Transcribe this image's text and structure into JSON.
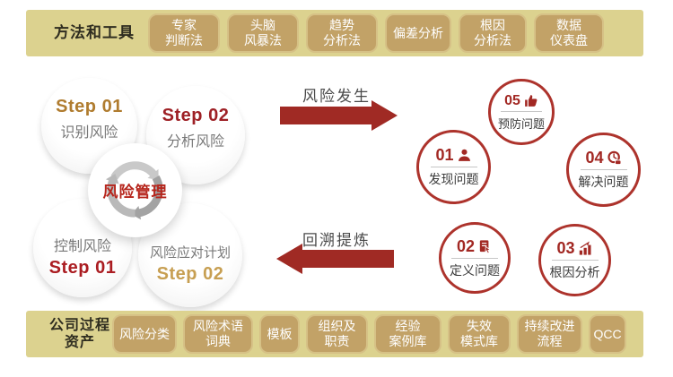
{
  "top_bar": {
    "label": "方法和工具",
    "items": [
      "专家\n判断法",
      "头脑\n风暴法",
      "趋势\n分析法",
      "偏差分析",
      "根因\n分析法",
      "数据\n仪表盘"
    ]
  },
  "cycle": {
    "hub_label": "风险管理",
    "quadrants": [
      {
        "step": "Step 01",
        "label": "识别风险"
      },
      {
        "step": "Step 02",
        "label": "分析风险"
      },
      {
        "step": "Step 01",
        "label": "控制风险"
      },
      {
        "step": "Step 02",
        "label": "风险应对计划"
      }
    ]
  },
  "flows": {
    "forward": "风险发生",
    "backward": "回溯提炼"
  },
  "problems": [
    {
      "num": "01",
      "label": "发现问题",
      "icon": "person-icon"
    },
    {
      "num": "02",
      "label": "定义问题",
      "icon": "document-pointer-icon"
    },
    {
      "num": "03",
      "label": "根因分析",
      "icon": "bar-chart-icon"
    },
    {
      "num": "04",
      "label": "解决问题",
      "icon": "clock-icon"
    },
    {
      "num": "05",
      "label": "预防问题",
      "icon": "thumbs-up-icon"
    }
  ],
  "bottom_bar": {
    "label": "公司过程\n资产",
    "items": [
      "风险分类",
      "风险术语\n词典",
      "模板",
      "组织及\n职责",
      "经验\n案例库",
      "失效\n模式库",
      "持续改进\n流程",
      "QCC"
    ]
  },
  "colors": {
    "bar_background": "#dcd28f",
    "chip_background": "#c2a267",
    "accent_red": "#a22823",
    "accent_gold": "#b07c2f",
    "soft_gold": "#c79f52",
    "circle_border_red": "#ad332c",
    "gray_text": "#787878"
  }
}
